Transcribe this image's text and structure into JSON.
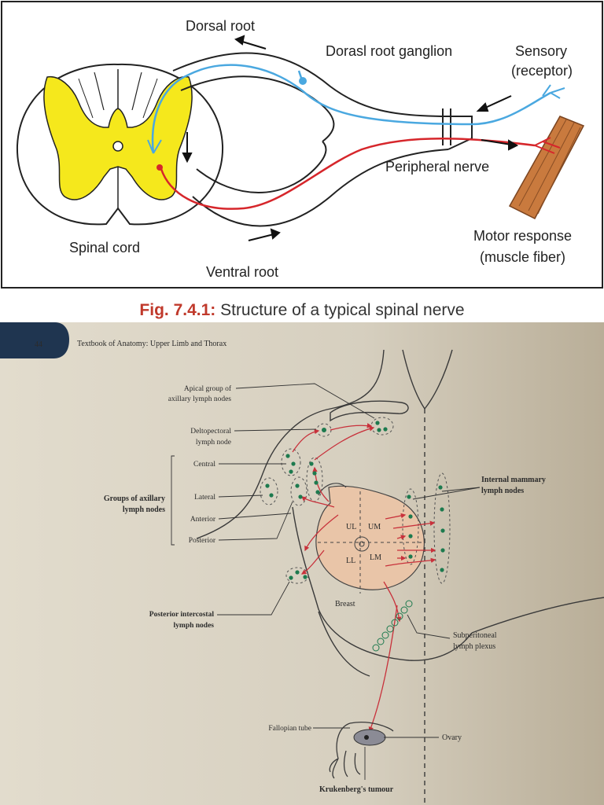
{
  "spinal_nerve_figure": {
    "labels": {
      "dorsal_root": "Dorsal root",
      "dorsal_root_ganglion": "Dorasl root ganglion",
      "sensory": "Sensory",
      "receptor": "(receptor)",
      "peripheral_nerve": "Peripheral nerve",
      "spinal_cord": "Spinal cord",
      "ventral_root": "Ventral root",
      "motor_response": "Motor response",
      "muscle_fiber": "(muscle fiber)"
    },
    "caption_number": "Fig. 7.4.1:",
    "caption_text": " Structure of a typical spinal nerve",
    "colors": {
      "gray_matter": "#f5e81c",
      "sensory_path": "#4aa8e0",
      "motor_path": "#d6262b",
      "muscle": "#c97a3e"
    }
  },
  "lymph_figure": {
    "page_number": "44",
    "header": "Textbook of Anatomy: Upper Limb and Thorax",
    "labels": {
      "apical_1": "Apical group of",
      "apical_2": "axillary lymph nodes",
      "deltopectoral_1": "Deltopectoral",
      "deltopectoral_2": "lymph node",
      "central": "Central",
      "lateral": "Lateral",
      "anterior": "Anterior",
      "posterior": "Posterior",
      "groups_1": "Groups of axillary",
      "groups_2": "lymph nodes",
      "internal_mammary_1": "Internal mammary",
      "internal_mammary_2": "lymph nodes",
      "ul": "UL",
      "um": "UM",
      "ll": "LL",
      "lm": "LM",
      "breast": "Breast",
      "posterior_intercostal_1": "Posterior intercostal",
      "posterior_intercostal_2": "lymph nodes",
      "subperitoneal_1": "Subperitoneal",
      "subperitoneal_2": "lymph plexus",
      "fallopian_tube": "Fallopian tube",
      "ovary": "Ovary",
      "krukenberg": "Krukenberg's tumour"
    },
    "colors": {
      "node": "#1d7a4e",
      "arrow": "#c8313b",
      "breast": "#e9c5a8",
      "paper": "#d9d2c2",
      "tab": "#1f3550"
    }
  }
}
